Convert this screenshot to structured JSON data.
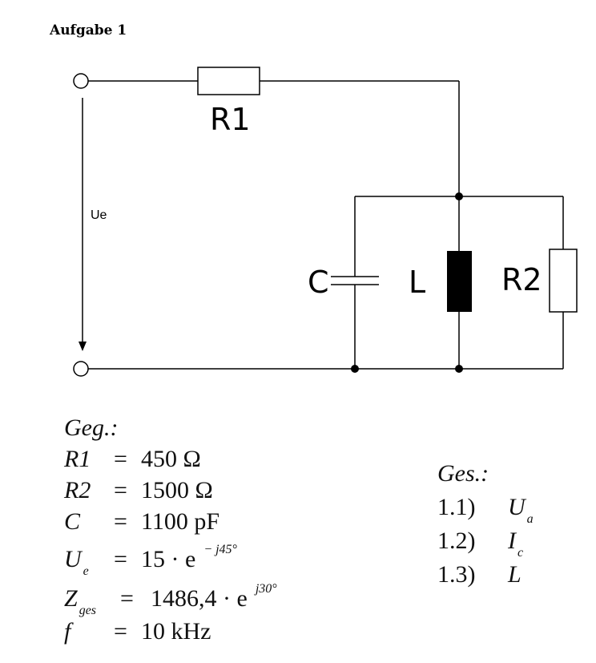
{
  "heading": "Aufgabe 1",
  "circuit": {
    "labels": {
      "r1": "R1",
      "c": "C",
      "l": "L",
      "r2": "R2",
      "ue": "Ue"
    }
  },
  "given": {
    "title": "Geg.:",
    "items": [
      {
        "symbol": "R1",
        "sub": "",
        "eq": "=",
        "value": "450 Ω",
        "sup": ""
      },
      {
        "symbol": "R2",
        "sub": "",
        "eq": "=",
        "value": "1500 Ω",
        "sup": ""
      },
      {
        "symbol": "C",
        "sub": "",
        "eq": "=",
        "value": "1100 pF",
        "sup": ""
      },
      {
        "symbol": "U",
        "sub": "e",
        "eq": "=",
        "value": "15 · e",
        "sup": "− j45°"
      },
      {
        "symbol": "Z",
        "sub": "ges",
        "eq": "=",
        "value": "1486,4 · e",
        "sup": "j30°"
      },
      {
        "symbol": "f",
        "sub": "",
        "eq": "=",
        "value": "10 kHz",
        "sup": ""
      }
    ]
  },
  "sought": {
    "title": "Ges.:",
    "items": [
      {
        "num": "1.1)",
        "symbol": "U",
        "sub": "a"
      },
      {
        "num": "1.2)",
        "symbol": "I",
        "sub": "c"
      },
      {
        "num": "1.3)",
        "symbol": "L",
        "sub": ""
      }
    ]
  }
}
